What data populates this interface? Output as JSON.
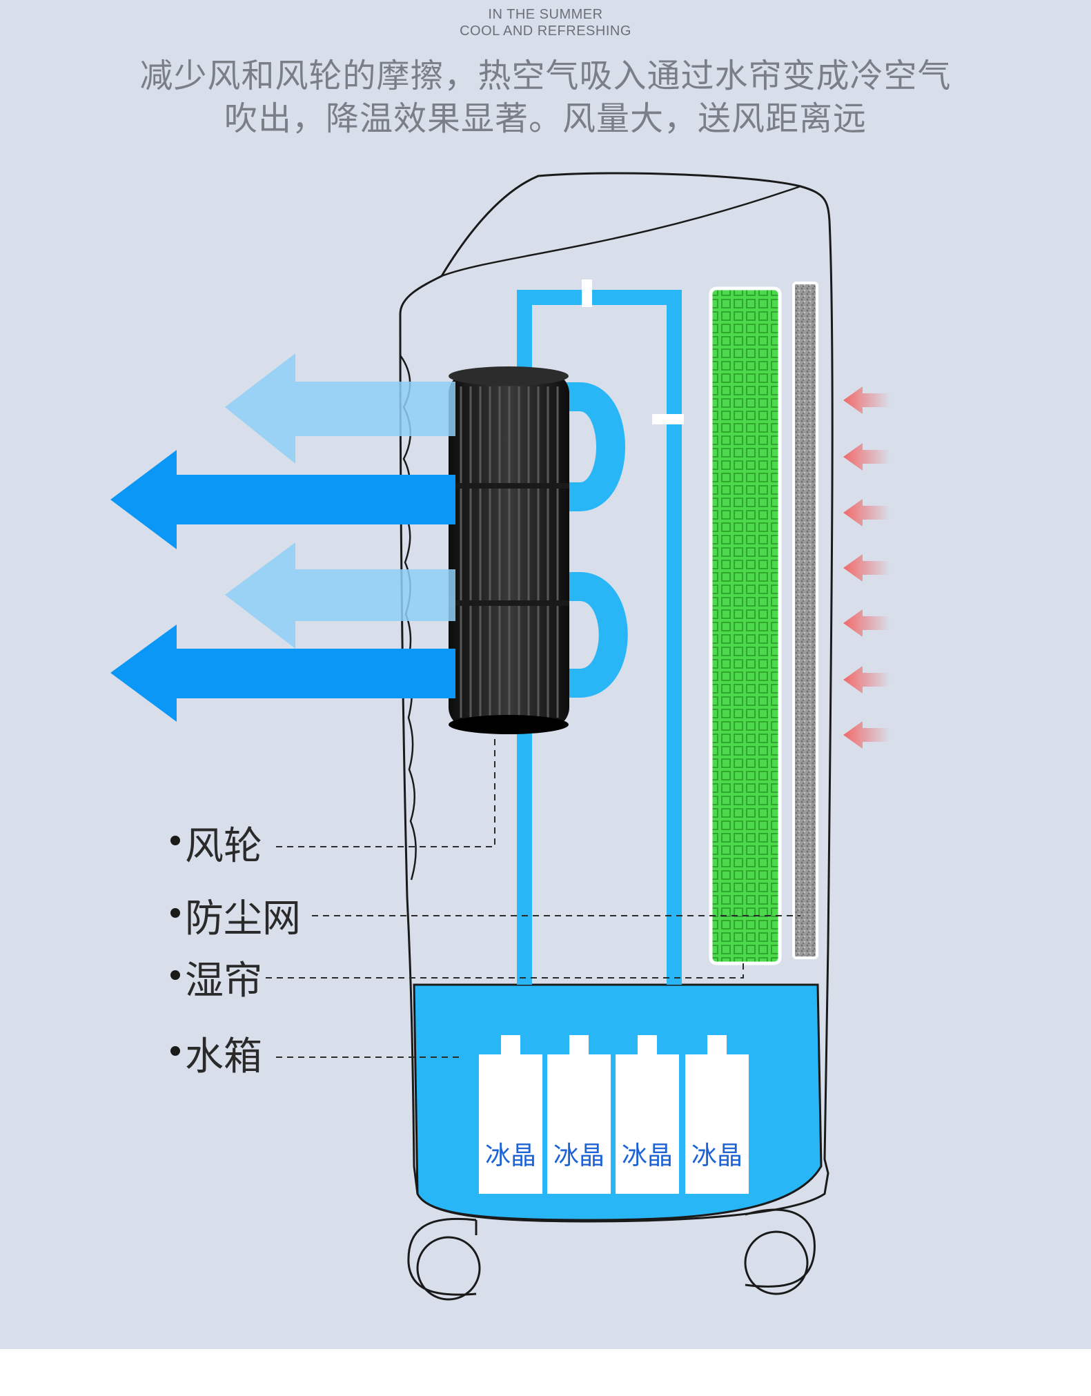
{
  "header": {
    "en_line1": "IN THE SUMMER",
    "en_line2": "COOL AND REFRESHING",
    "cn_line1": "减少风和风轮的摩擦，热空气吸入通过水帘变成冷空气",
    "cn_line2": "吹出，降温效果显著。风量大，送风距离远"
  },
  "labels": {
    "fan_wheel": "风轮",
    "dust_filter": "防尘网",
    "wet_curtain": "湿帘",
    "water_tank": "水箱"
  },
  "ice_crystals": [
    "冰晶",
    "冰晶",
    "冰晶",
    "冰晶"
  ],
  "colors": {
    "background": "#d8dfeb",
    "water_blue": "#29b6f6",
    "air_blue": "#0a97f5",
    "air_blue_light": "#8fd0f7",
    "wet_curtain_green": "#4cd94c",
    "hot_air_red": "#f08080",
    "ice_text": "#1e63d6"
  }
}
